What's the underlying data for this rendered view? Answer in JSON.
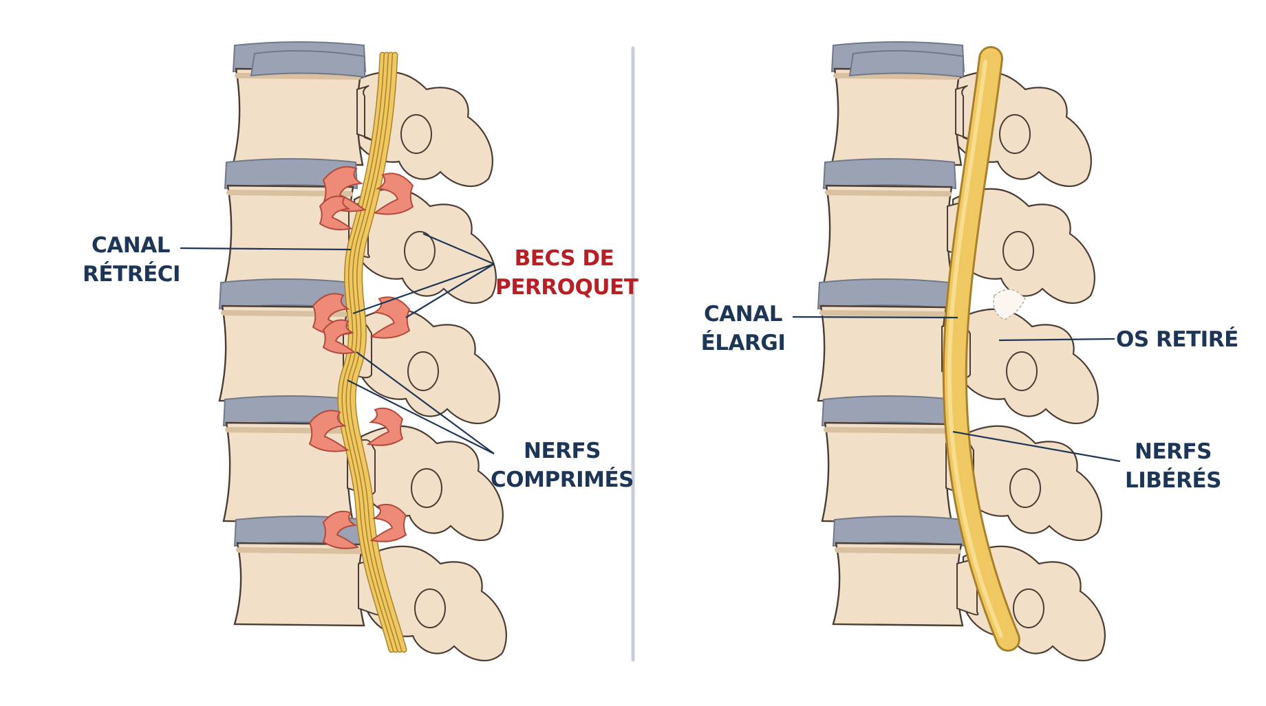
{
  "colors": {
    "bone_fill": "#f2dfc7",
    "bone_shade": "#d9c0a1",
    "bone_outline": "#4a3b33",
    "disc": "#9aa2b4",
    "disc_dark": "#6f778a",
    "nerve": "#f0c862",
    "nerve_outline": "#a9802a",
    "spur": "#ee8a78",
    "spur_outline": "#b24a3c",
    "label_navy": "#1d3556",
    "label_red": "#b71f24",
    "divider": "#c9ced8",
    "leader": "#1d3556"
  },
  "left_panel": {
    "canal_label": [
      "CANAL",
      "RÉTRÉCI"
    ],
    "spurs_label": [
      "BECS DE",
      "PERROQUET"
    ],
    "nerves_label": [
      "NERFS",
      "COMPRIMÉS"
    ]
  },
  "right_panel": {
    "canal_label": [
      "CANAL",
      "ÉLARGI"
    ],
    "bone_label": [
      "OS RETIRÉ"
    ],
    "nerves_label": [
      "NERFS",
      "LIBÉRÉS"
    ]
  }
}
